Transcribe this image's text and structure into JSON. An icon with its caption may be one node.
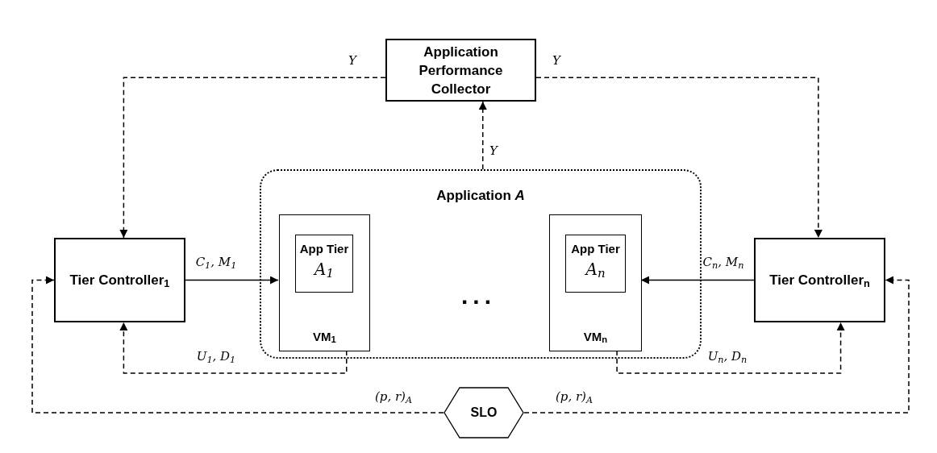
{
  "diagram": {
    "nodes": [
      {
        "text": [
          "Application Performance Collector"
        ]
      },
      {
        "text": [
          "Application *A*"
        ]
      },
      {
        "text": [
          "VM$_{1}$"
        ],
        "in": 1
      },
      {
        "text": [
          "App Tier",
          "A$_{1}$"
        ],
        "in": 2
      },
      {
        "text": [
          "VM$_{n}$"
        ],
        "in": 1
      },
      {
        "text": [
          "App Tier",
          "A$_{n}$"
        ],
        "in": 4
      },
      {
        "text": [
          "Tier Controller$_{1}$"
        ]
      },
      {
        "text": [
          "Tier Controller$_{n}$"
        ]
      },
      {
        "text": [
          "SLO"
        ]
      }
    ],
    "edges": [
      {
        "from": 0,
        "to": 6,
        "arrow": "to",
        "label": "Y",
        "style": "dashed"
      },
      {
        "from": 0,
        "to": 7,
        "arrow": "to",
        "label": "Y",
        "style": "dashed"
      },
      {
        "from": 1,
        "to": 0,
        "arrow": "to",
        "label": "Y",
        "style": "dashed"
      },
      {
        "from": 6,
        "to": 2,
        "arrow": "to",
        "label": "C$_{1}$, M$_{1}$"
      },
      {
        "from": 7,
        "to": 4,
        "arrow": "to",
        "label": "C$_{n}$, M$_{n}$"
      },
      {
        "from": 2,
        "to": 6,
        "arrow": "to",
        "label": "U$_{1}$, D$_{1}$",
        "style": "dashed"
      },
      {
        "from": 4,
        "to": 7,
        "arrow": "to",
        "label": "U$_{n}$, D$_{n}$",
        "style": "dashed"
      },
      {
        "from": 8,
        "to": 6,
        "arrow": "to",
        "label": "(p, r)$_{A}$",
        "style": "dashed"
      },
      {
        "from": 8,
        "to": 7,
        "arrow": "to",
        "label": "(p, r)$_{A}$",
        "style": "dashed"
      }
    ],
    "labels": [
      "..."
    ]
  }
}
